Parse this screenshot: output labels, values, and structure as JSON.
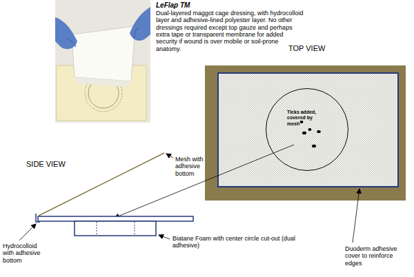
{
  "diagram": {
    "nodes": [
      {
        "text": [
          "Ticks added, covered by mesh"
        ]
      }
    ],
    "labels": [
      "LeFlap TM",
      "Dual-layered maggot cage dressing, with hydrocolloid layer and adhesive-lined polyester layer. No other dressings required except top gauze and perhaps extra tape or transparent membrane for added security if wound is over mobile or soil-prone anatomy.",
      "TOP VIEW",
      "SIDE VIEW",
      "Mesh with adhesive bottom",
      "Hydrocolloid with adhesive bottom",
      "Biatane Foam with center circle cut-out (dual adhesive)",
      "Duoderm adhesive cover to reinforce edges"
    ]
  }
}
